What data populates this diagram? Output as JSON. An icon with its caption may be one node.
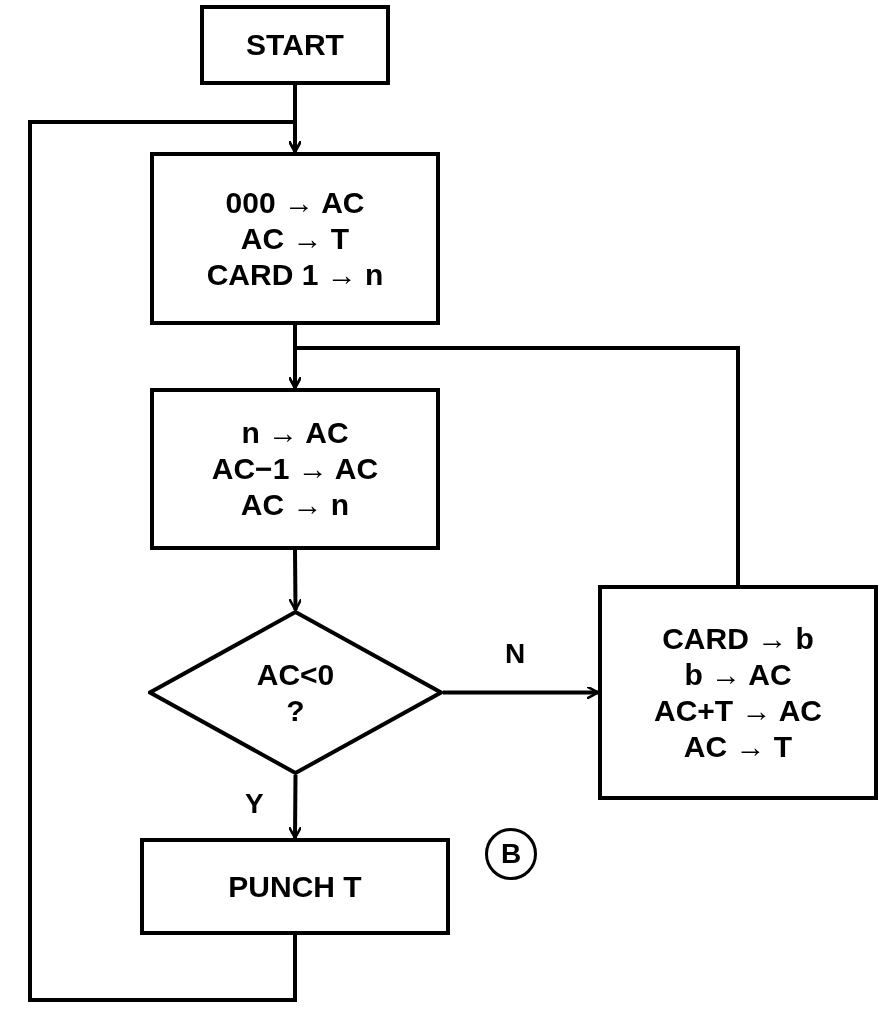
{
  "diagram": {
    "nodes": [
      {
        "text": [
          "START"
        ]
      },
      {
        "text": [
          "000 → AC",
          "AC → T",
          "CARD 1 → n"
        ]
      },
      {
        "text": [
          "n → AC",
          "AC−1 → AC",
          "AC → n"
        ]
      },
      {
        "text": [
          "AC<0",
          "?"
        ]
      },
      {
        "text": [
          "CARD → b",
          "b → AC",
          "AC+T → AC",
          "AC → T"
        ]
      },
      {
        "text": [
          "PUNCH T"
        ]
      },
      {
        "text": [
          "B"
        ]
      }
    ],
    "edges": [
      {
        "from": 0,
        "to": 1,
        "arrow": "to"
      },
      {
        "from": 1,
        "to": 2,
        "arrow": "to"
      },
      {
        "from": 2,
        "to": 3,
        "arrow": "to"
      },
      {
        "from": 3,
        "to": 4,
        "arrow": "to",
        "label": "N"
      },
      {
        "from": 3,
        "to": 5,
        "arrow": "to",
        "label": "Y"
      },
      {
        "from": 4,
        "to": 2,
        "arrow": "to"
      },
      {
        "from": 5,
        "to": 1,
        "arrow": "to"
      }
    ]
  }
}
